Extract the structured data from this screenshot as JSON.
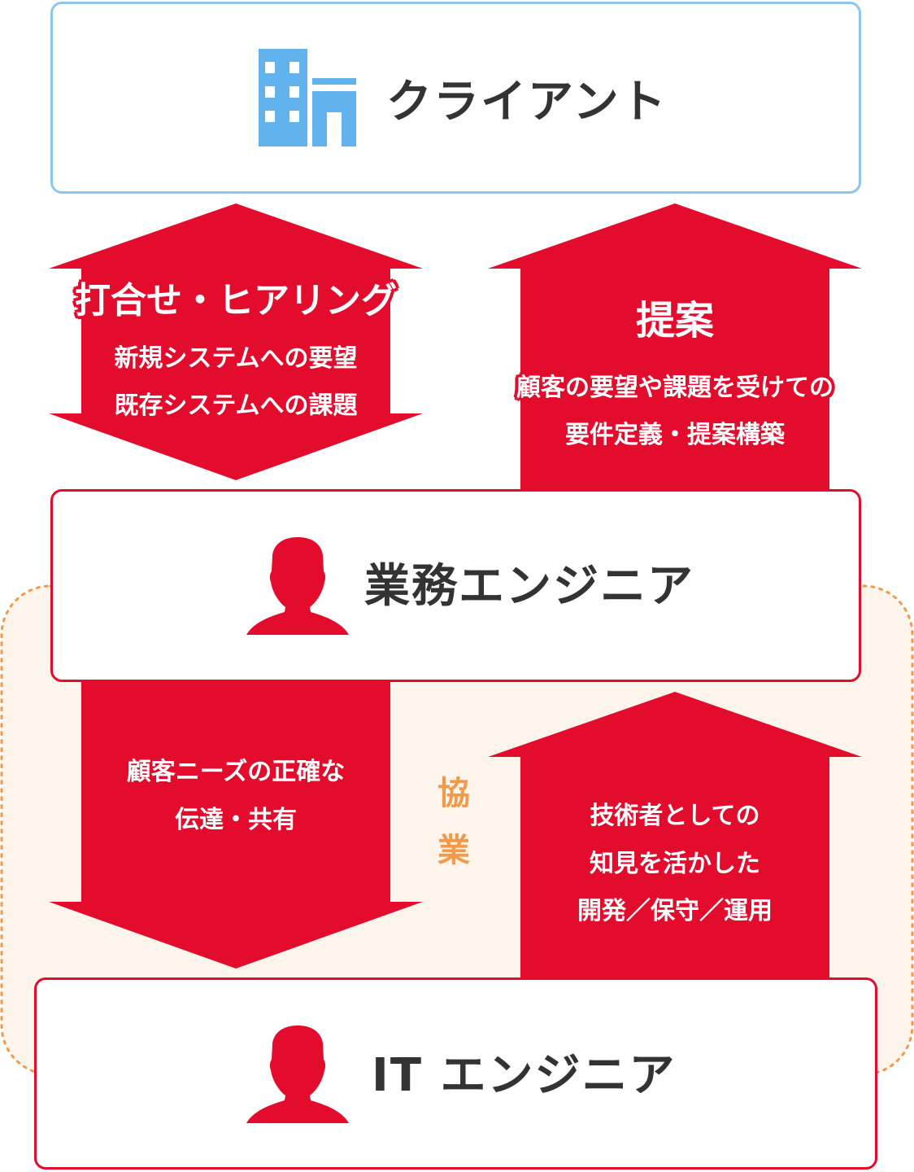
{
  "colors": {
    "accent_red": "#e30c2c",
    "client_border": "#8cc6f0",
    "client_icon": "#62b2ee",
    "collab_orange": "#f39a4a",
    "collab_fill": "#fdf5ec",
    "text_dark": "#333333",
    "text_on_red": "#ffffff"
  },
  "client": {
    "label": "クライアント",
    "icon": "building-icon"
  },
  "business_engineer": {
    "label": "業務エンジニア",
    "icon": "person-icon"
  },
  "it_engineer": {
    "label": "IT エンジニア",
    "icon": "person-icon"
  },
  "arrow_hearing": {
    "title": "打合せ・ヒアリング",
    "lines": [
      "新規システムへの要望",
      "既存システムへの課題"
    ]
  },
  "arrow_proposal": {
    "title": "提案",
    "lines": [
      "顧客の要望や課題を受けての",
      "要件定義・提案構築"
    ]
  },
  "arrow_share": {
    "lines": [
      "顧客ニーズの正確な",
      "伝達・共有"
    ]
  },
  "arrow_tech": {
    "lines": [
      "技術者としての",
      "知見を活かした",
      "開発／保守／運用"
    ]
  },
  "collaboration": {
    "chars": [
      "協",
      "業"
    ]
  }
}
